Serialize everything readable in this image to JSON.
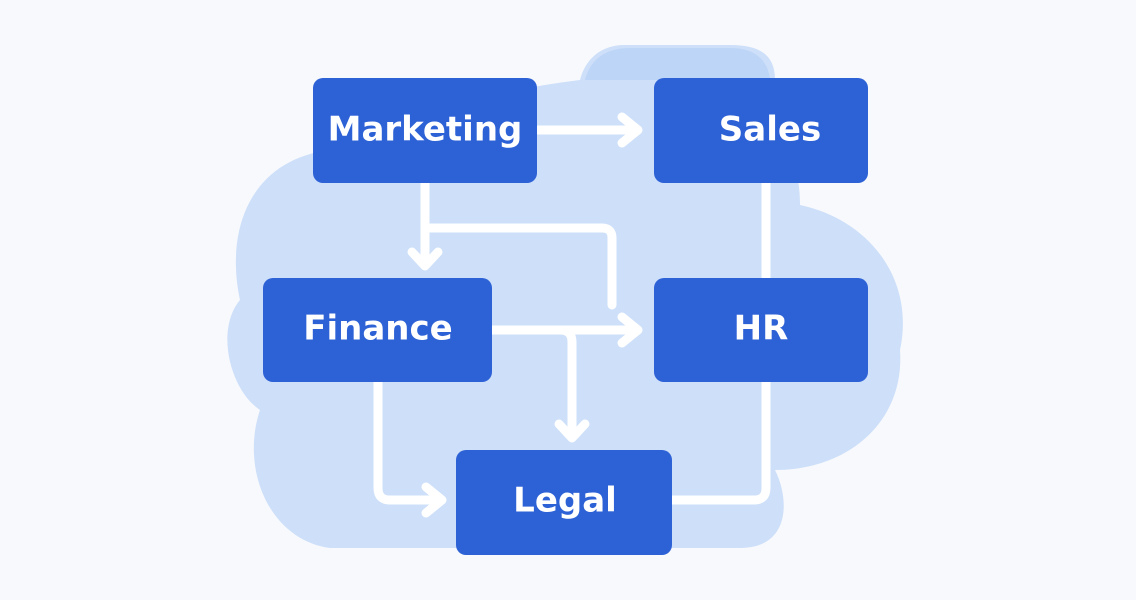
{
  "diagram": {
    "nodes": {
      "marketing": "Marketing",
      "sales": "Sales",
      "finance": "Finance",
      "hr": "HR",
      "legal": "Legal"
    }
  },
  "colors": {
    "node_fill": "#2d61d6",
    "blob_fill": "#cddff9",
    "background": "#f7f9fc",
    "connector": "#ffffff"
  }
}
